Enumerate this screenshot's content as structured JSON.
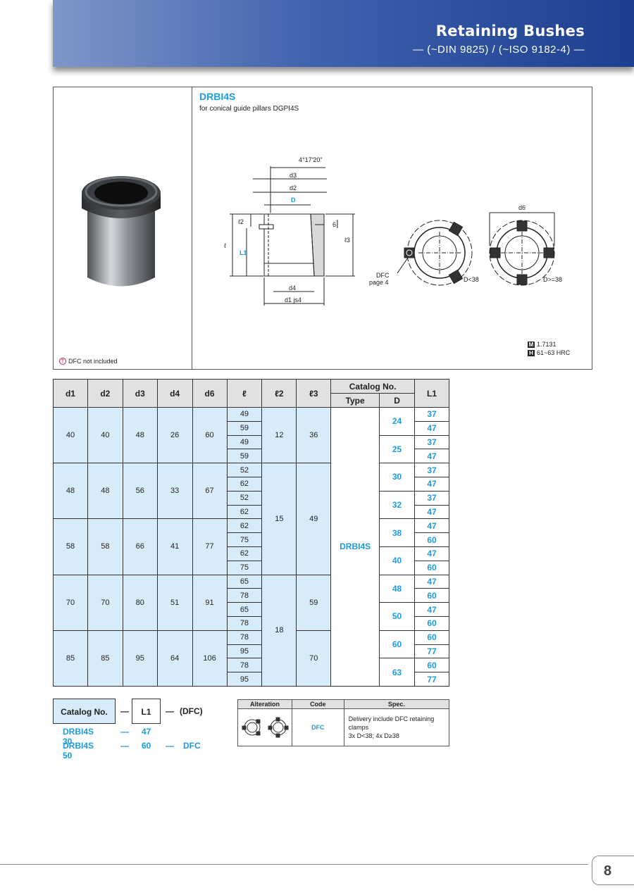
{
  "header": {
    "title": "Retaining Bushes",
    "subtitle": "— (~DIN 9825) / (~ISO 9182-4) —"
  },
  "product": {
    "code": "DRBI4S",
    "description": "for conical guide pillars DGPI4S",
    "dfc_note": "DFC not included",
    "drawing": {
      "angle": "4°17'20\"",
      "d3": "d3",
      "d2": "d2",
      "D": "D",
      "l2": "ℓ2",
      "l": "ℓ",
      "L1": "L1",
      "six": "6",
      "l3": "ℓ3",
      "d4": "d4",
      "d1": "d1 js4",
      "d6": "d6",
      "dfc_label": "DFC",
      "dfc_page": "page 4",
      "dlt": "D<38",
      "dge": "D>=38"
    },
    "material": {
      "m_badge": "M",
      "m_value": "1.7131",
      "h_badge": "H",
      "h_value": "61~63 HRC"
    }
  },
  "table": {
    "headers": {
      "d1": "d1",
      "d2": "d2",
      "d3": "d3",
      "d4": "d4",
      "d6": "d6",
      "l": "ℓ",
      "l2": "ℓ2",
      "l3": "ℓ3",
      "catalog": "Catalog No.",
      "type": "Type",
      "D": "D",
      "L1": "L1"
    },
    "groups": [
      {
        "d1": "40",
        "d2": "40",
        "d3": "48",
        "d4": "26",
        "d6": "60"
      },
      {
        "d1": "48",
        "d2": "48",
        "d3": "56",
        "d4": "33",
        "d6": "67"
      },
      {
        "d1": "58",
        "d2": "58",
        "d3": "66",
        "d4": "41",
        "d6": "77"
      },
      {
        "d1": "70",
        "d2": "70",
        "d3": "80",
        "d4": "51",
        "d6": "91"
      },
      {
        "d1": "85",
        "d2": "85",
        "d3": "95",
        "d4": "64",
        "d6": "106"
      }
    ],
    "l2_groups": [
      "12",
      "15",
      "18"
    ],
    "l3_groups": [
      "36",
      "49",
      "59",
      "70"
    ],
    "type": "DRBI4S",
    "D": [
      "24",
      "25",
      "30",
      "32",
      "38",
      "40",
      "48",
      "50",
      "60",
      "63"
    ],
    "rows": [
      {
        "l": "49",
        "L1": "37"
      },
      {
        "l": "59",
        "L1": "47"
      },
      {
        "l": "49",
        "L1": "37"
      },
      {
        "l": "59",
        "L1": "47"
      },
      {
        "l": "52",
        "L1": "37"
      },
      {
        "l": "62",
        "L1": "47"
      },
      {
        "l": "52",
        "L1": "37"
      },
      {
        "l": "62",
        "L1": "47"
      },
      {
        "l": "62",
        "L1": "47"
      },
      {
        "l": "75",
        "L1": "60"
      },
      {
        "l": "62",
        "L1": "47"
      },
      {
        "l": "75",
        "L1": "60"
      },
      {
        "l": "65",
        "L1": "47"
      },
      {
        "l": "78",
        "L1": "60"
      },
      {
        "l": "65",
        "L1": "47"
      },
      {
        "l": "78",
        "L1": "60"
      },
      {
        "l": "78",
        "L1": "60"
      },
      {
        "l": "95",
        "L1": "77"
      },
      {
        "l": "78",
        "L1": "60"
      },
      {
        "l": "95",
        "L1": "77"
      }
    ]
  },
  "order": {
    "catalog_label": "Catalog No.",
    "dash": "—",
    "l1_label": "L1",
    "dfc_label": "(DFC)",
    "examples": [
      {
        "code": "DRBI4S 30",
        "dash": "—",
        "l1": "47",
        "dash2": "",
        "dfc": ""
      },
      {
        "code": "DRBI4S 50",
        "dash": "—",
        "l1": "60",
        "dash2": "—",
        "dfc": "DFC"
      }
    ]
  },
  "alteration": {
    "headers": {
      "alteration": "Alteration",
      "code": "Code",
      "spec": "Spec."
    },
    "code": "DFC",
    "spec_line1": "Delivery include DFC retaining clamps",
    "spec_line2": "3x D<38; 4x D≥38"
  },
  "page": {
    "number": "8"
  }
}
